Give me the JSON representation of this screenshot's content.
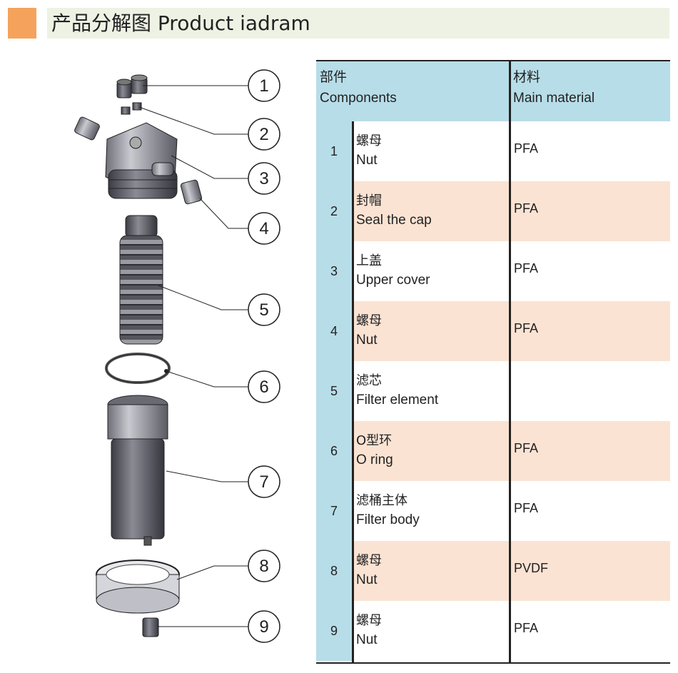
{
  "header": {
    "title": "产品分解图 Product iadram"
  },
  "table": {
    "col_component_cn": "部件",
    "col_component_en": "Components",
    "col_material_cn": "材料",
    "col_material_en": "Main material",
    "rows": [
      {
        "num": "1",
        "cn": "螺母",
        "en": "Nut",
        "material": "PFA"
      },
      {
        "num": "2",
        "cn": "封帽",
        "en": "Seal the cap",
        "material": "PFA"
      },
      {
        "num": "3",
        "cn": "上盖",
        "en": "Upper cover",
        "material": "PFA"
      },
      {
        "num": "4",
        "cn": "螺母",
        "en": "Nut",
        "material": "PFA"
      },
      {
        "num": "5",
        "cn": "滤芯",
        "en": "Filter element",
        "material": ""
      },
      {
        "num": "6",
        "cn": "O型环",
        "en": "O ring",
        "material": "PFA"
      },
      {
        "num": "7",
        "cn": "滤桶主体",
        "en": "Filter body",
        "material": "PFA"
      },
      {
        "num": "8",
        "cn": "螺母",
        "en": "Nut",
        "material": "PVDF"
      },
      {
        "num": "9",
        "cn": "螺母",
        "en": "Nut",
        "material": "PFA"
      }
    ]
  },
  "figure": {
    "callouts": [
      "1",
      "2",
      "3",
      "4",
      "5",
      "6",
      "7",
      "8",
      "9"
    ]
  },
  "colors": {
    "header_accent": "#f5a35c",
    "header_bar": "#eef2e4",
    "table_blue": "#b7dde8",
    "table_peach": "#fbe3d3"
  }
}
